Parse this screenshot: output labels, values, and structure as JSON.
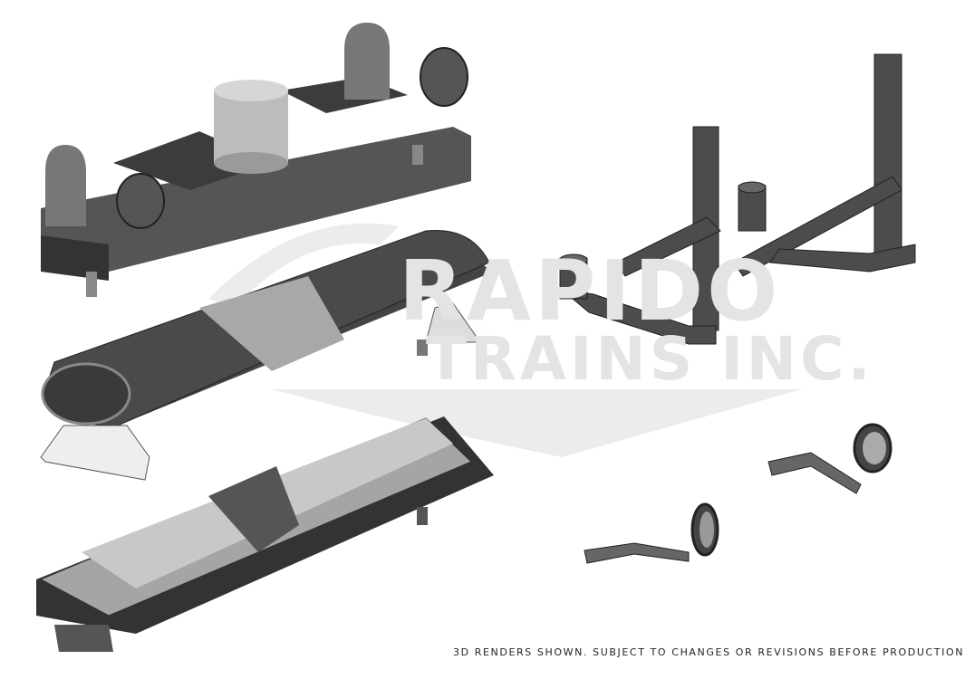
{
  "watermark": {
    "line1": "RAPIDO",
    "line2": "TRAINS INC."
  },
  "caption": "3D RENDERS SHOWN. SUBJECT TO CHANGES OR REVISIONS BEFORE PRODUCTION.",
  "colors": {
    "background": "#ffffff",
    "part_dark": "#3a3a3a",
    "part_mid": "#6a6a6a",
    "part_light": "#bdbdbd",
    "watermark": "#e4e4e4"
  }
}
